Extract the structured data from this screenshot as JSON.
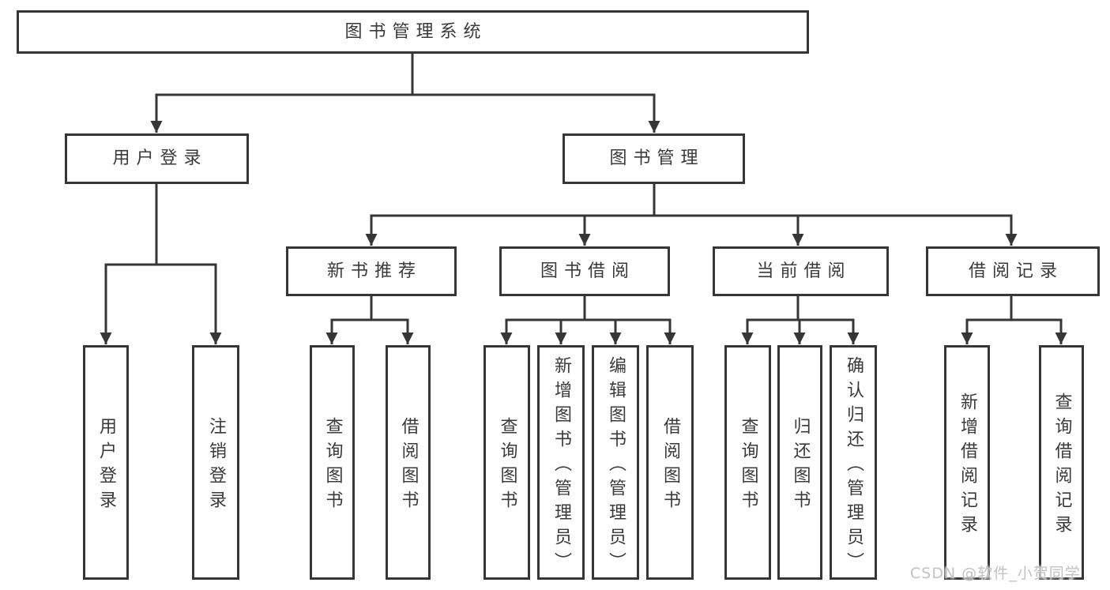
{
  "diagram": {
    "title": "图书管理系统",
    "modules": [
      {
        "label": "用户登录",
        "features": [
          {
            "label": "用户登录"
          },
          {
            "label": "注销登录"
          }
        ]
      },
      {
        "label": "图书管理",
        "submodules": [
          {
            "label": "新书推荐",
            "features": [
              {
                "label": "查询图书"
              },
              {
                "label": "借阅图书"
              }
            ]
          },
          {
            "label": "图书借阅",
            "features": [
              {
                "label": "查询图书"
              },
              {
                "label": "新增图书（管理员）"
              },
              {
                "label": "编辑图书（管理员）"
              },
              {
                "label": "借阅图书"
              }
            ]
          },
          {
            "label": "当前借阅",
            "features": [
              {
                "label": "查询图书"
              },
              {
                "label": "归还图书"
              },
              {
                "label": "确认归还（管理员）"
              }
            ]
          },
          {
            "label": "借阅记录",
            "features": [
              {
                "label": "新增借阅记录"
              },
              {
                "label": "查询借阅记录"
              }
            ]
          }
        ]
      }
    ]
  },
  "watermark": {
    "text": "CSDN @软件_小贺同学"
  },
  "colors": {
    "line": "#363636",
    "text": "#3a3a3a",
    "box_background": "#ffffff",
    "watermark": "#c2c2c2",
    "background": "#ffffff"
  }
}
